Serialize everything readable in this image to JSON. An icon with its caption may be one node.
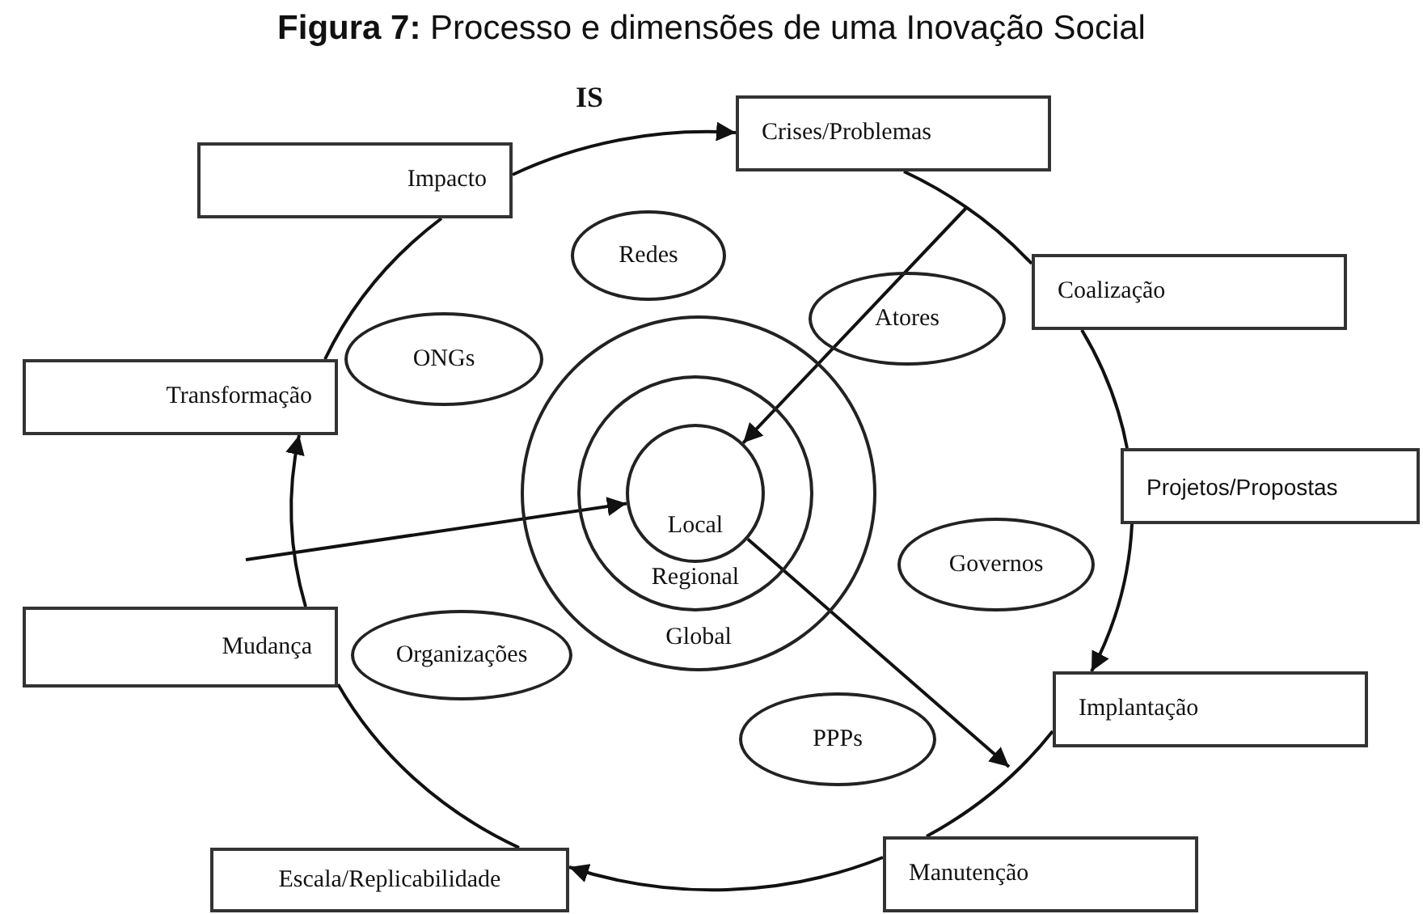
{
  "diagram": {
    "title": "**Figura 7:** Processo e dimensões de uma Inovação Social",
    "nodes": [
      {
        "text": [
          "Impacto"
        ]
      },
      {
        "text": [
          "Crises/Problemas"
        ]
      },
      {
        "text": [
          "Coalização"
        ]
      },
      {
        "text": [
          "Projetos/Propostas"
        ]
      },
      {
        "text": [
          "Implantação"
        ]
      },
      {
        "text": [
          "Manutenção"
        ]
      },
      {
        "text": [
          "Escala/Replicabilidade"
        ]
      },
      {
        "text": [
          "Mudança"
        ]
      },
      {
        "text": [
          "Transformação"
        ]
      },
      {
        "text": [
          "Redes"
        ]
      },
      {
        "text": [
          "Atores"
        ]
      },
      {
        "text": [
          "ONGs"
        ]
      },
      {
        "text": [
          "Global"
        ]
      },
      {
        "text": [
          "Regional"
        ],
        "in": 12
      },
      {
        "text": [
          "Local"
        ],
        "in": 13
      },
      {
        "text": [
          "Governos"
        ]
      },
      {
        "text": [
          "Organizações"
        ]
      },
      {
        "text": [
          "PPPs"
        ]
      }
    ],
    "edges": [
      {
        "from": 0,
        "to": 1,
        "arrow": "to"
      },
      {
        "from": 1,
        "to": 2,
        "arrow": "none"
      },
      {
        "from": 2,
        "to": 3,
        "arrow": "none"
      },
      {
        "from": 3,
        "to": 4,
        "arrow": "to"
      },
      {
        "from": 4,
        "to": 5,
        "arrow": "none"
      },
      {
        "from": 5,
        "to": 6,
        "arrow": "to"
      },
      {
        "from": 6,
        "to": 7,
        "arrow": "none"
      },
      {
        "from": 7,
        "to": 8,
        "arrow": "to"
      },
      {
        "from": 8,
        "to": 0,
        "arrow": "none"
      },
      {
        "from": null,
        "to": 14,
        "arrow": "to"
      },
      {
        "from": null,
        "to": 14,
        "arrow": "to"
      },
      {
        "from": 14,
        "to": null,
        "arrow": "to"
      }
    ],
    "labels": [
      "IS"
    ]
  }
}
